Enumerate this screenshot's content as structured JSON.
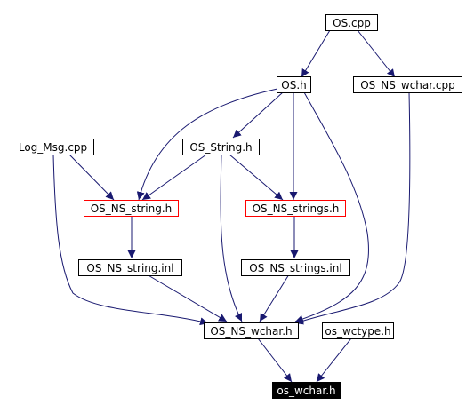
{
  "diagram": {
    "nodes": [
      {
        "id": "os_cpp",
        "label": "OS.cpp",
        "style": "normal"
      },
      {
        "id": "os_h",
        "label": "OS.h",
        "style": "normal"
      },
      {
        "id": "os_ns_wchar_cpp",
        "label": "OS_NS_wchar.cpp",
        "style": "normal"
      },
      {
        "id": "log_msg_cpp",
        "label": "Log_Msg.cpp",
        "style": "normal"
      },
      {
        "id": "os_string_h",
        "label": "OS_String.h",
        "style": "normal"
      },
      {
        "id": "os_ns_string_h",
        "label": "OS_NS_string.h",
        "style": "red"
      },
      {
        "id": "os_ns_strings_h",
        "label": "OS_NS_strings.h",
        "style": "red"
      },
      {
        "id": "os_ns_string_inl",
        "label": "OS_NS_string.inl",
        "style": "normal"
      },
      {
        "id": "os_ns_strings_inl",
        "label": "OS_NS_strings.inl",
        "style": "normal"
      },
      {
        "id": "os_ns_wchar_h",
        "label": "OS_NS_wchar.h",
        "style": "normal"
      },
      {
        "id": "os_wctype_h",
        "label": "os_wctype.h",
        "style": "normal"
      },
      {
        "id": "os_wchar_h",
        "label": "os_wchar.h",
        "style": "filled"
      }
    ],
    "edges": [
      {
        "from": "os_cpp",
        "to": "os_h"
      },
      {
        "from": "os_cpp",
        "to": "os_ns_wchar_cpp"
      },
      {
        "from": "os_h",
        "to": "os_string_h"
      },
      {
        "from": "os_h",
        "to": "os_ns_string_h"
      },
      {
        "from": "os_h",
        "to": "os_ns_strings_h"
      },
      {
        "from": "os_h",
        "to": "os_ns_wchar_h"
      },
      {
        "from": "log_msg_cpp",
        "to": "os_ns_string_h"
      },
      {
        "from": "log_msg_cpp",
        "to": "os_ns_wchar_h"
      },
      {
        "from": "os_string_h",
        "to": "os_ns_string_h"
      },
      {
        "from": "os_string_h",
        "to": "os_ns_strings_h"
      },
      {
        "from": "os_string_h",
        "to": "os_ns_wchar_h"
      },
      {
        "from": "os_ns_wchar_cpp",
        "to": "os_ns_wchar_h"
      },
      {
        "from": "os_ns_string_h",
        "to": "os_ns_string_inl"
      },
      {
        "from": "os_ns_strings_h",
        "to": "os_ns_strings_inl"
      },
      {
        "from": "os_ns_string_inl",
        "to": "os_ns_wchar_h"
      },
      {
        "from": "os_ns_strings_inl",
        "to": "os_ns_wchar_h"
      },
      {
        "from": "os_ns_wchar_h",
        "to": "os_wchar_h"
      },
      {
        "from": "os_wctype_h",
        "to": "os_wchar_h"
      }
    ]
  },
  "colors": {
    "edge": "#191970",
    "node_border": "#000000",
    "highlight_border": "#ff0000",
    "focus_fill": "#000000",
    "focus_text": "#ffffff"
  }
}
